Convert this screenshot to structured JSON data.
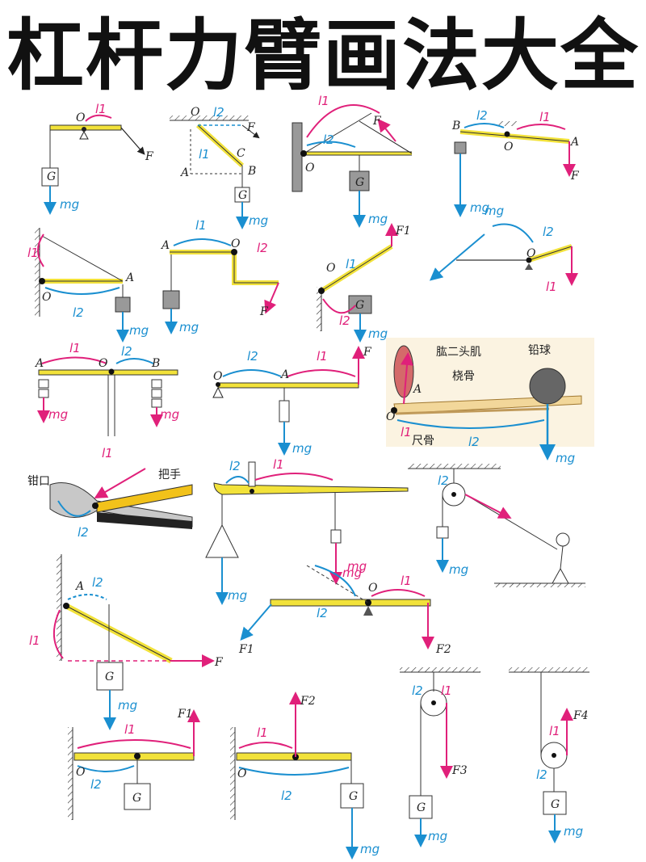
{
  "title": "杠杆力臂画法大全",
  "labels": {
    "O": "O",
    "A": "A",
    "B": "B",
    "C": "C",
    "F": "F",
    "G": "G",
    "F1": "F1",
    "F2": "F2",
    "F3": "F3",
    "F4": "F4",
    "l1": "l1",
    "l2": "l2",
    "mg": "mg"
  },
  "arm_labels": {
    "biceps": "肱二头肌",
    "radius": "桡骨",
    "ulna": "尺骨",
    "shot": "铅球",
    "jaw": "钳口",
    "handle": "把手"
  },
  "colors": {
    "lever_yellow": "#f2e23a",
    "force_pink": "#e0207a",
    "weight_blue": "#1a8fd0",
    "ink": "#222222"
  }
}
